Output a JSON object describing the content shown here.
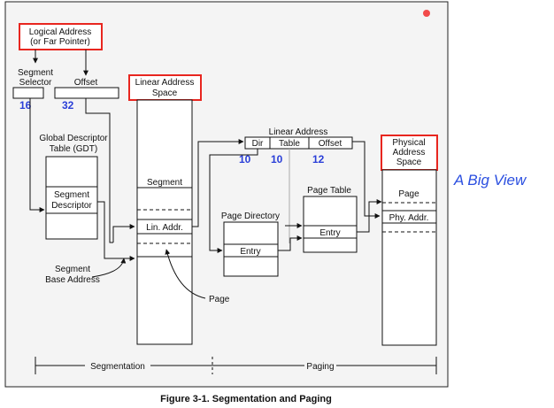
{
  "boxes": {
    "logical_address": [
      "Logical Address",
      "(or Far Pointer)"
    ],
    "segment_selector": [
      "Segment",
      "Selector"
    ],
    "offset": "Offset",
    "linear_address_space": [
      "Linear Address",
      "Space"
    ],
    "gdt": [
      "Global Descriptor",
      "Table (GDT)"
    ],
    "segment_descriptor": [
      "Segment",
      "Descriptor"
    ],
    "segment": "Segment",
    "lin_addr": "Lin. Addr.",
    "segment_base_address": [
      "Segment",
      "Base Address"
    ],
    "page_pointer": "Page",
    "linear_address": "Linear Address",
    "fields": [
      "Dir",
      "Table",
      "Offset"
    ],
    "page_directory": "Page Directory",
    "dir_entry": "Entry",
    "page_table": "Page Table",
    "table_entry": "Entry",
    "physical_address_space": [
      "Physical",
      "Address",
      "Space"
    ],
    "page": "Page",
    "phy_addr": "Phy. Addr."
  },
  "bits": {
    "selector": "16",
    "offset": "32",
    "dir": "10",
    "table": "10",
    "page_offset": "12"
  },
  "scale": {
    "segmentation": "Segmentation",
    "paging": "Paging"
  },
  "caption": "Figure 3-1.  Segmentation and Paging",
  "side_note": "A Big View",
  "colors": {
    "highlight_box": "#e8261f",
    "annotation_blue": "#2a3fd8",
    "side_note_blue": "#2b4fe0",
    "red_dot": "#f24a4a",
    "page_background": "#f4f4f4"
  }
}
